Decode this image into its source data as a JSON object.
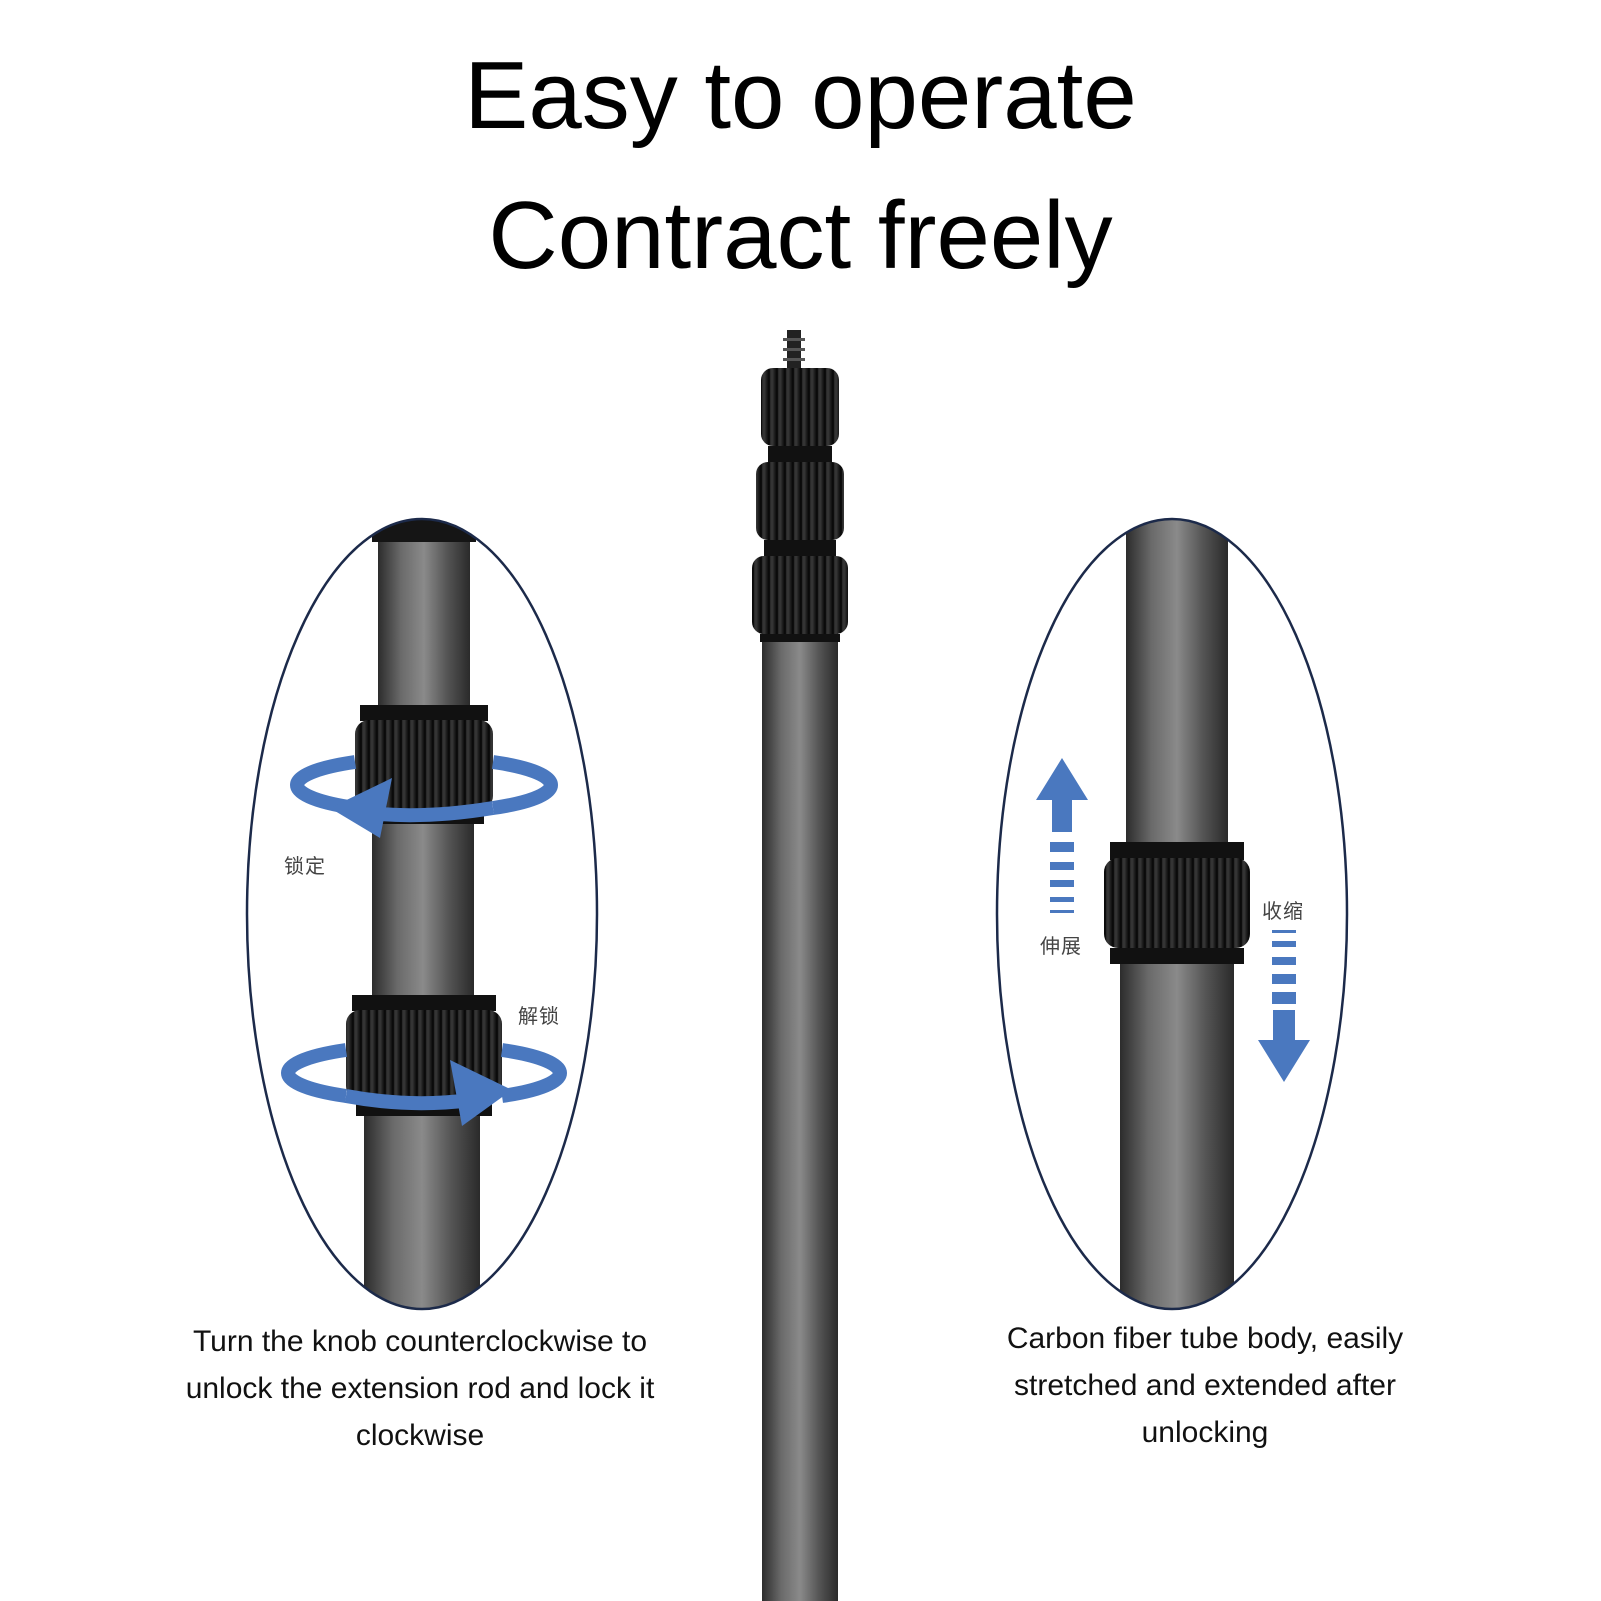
{
  "header": {
    "line1": "Easy to operate",
    "line2": "Contract freely"
  },
  "left_panel": {
    "lock_label": "锁定",
    "unlock_label": "解锁",
    "caption": "Turn the knob counterclockwise to unlock the extension rod and lock it clockwise"
  },
  "right_panel": {
    "extend_label": "伸展",
    "retract_label": "收缩",
    "caption": "Carbon fiber tube body, easily stretched and extended after unlocking"
  },
  "colors": {
    "accent_blue": "#4a78bf",
    "outline_navy": "#1c2a4a",
    "carbon": "#4a4a4a",
    "knob": "#1e1e1e"
  }
}
